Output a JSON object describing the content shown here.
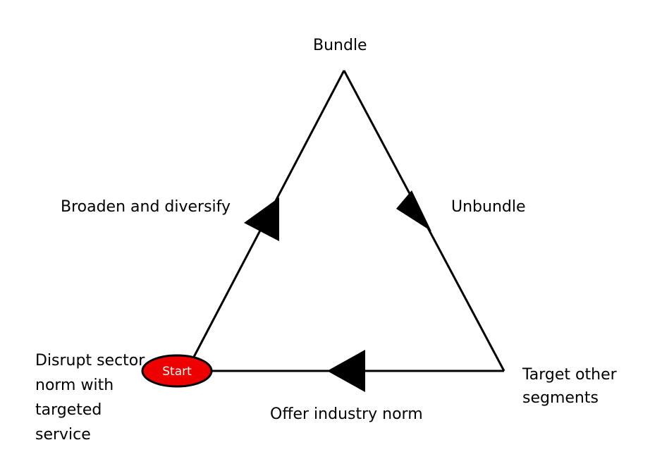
{
  "nodes": {
    "top": "Bundle",
    "bottom_right": "Target other segments",
    "bottom_left": "Disrupt sector norm with targeted service",
    "start_marker": "Start"
  },
  "edges": {
    "left": "Broaden and diversify",
    "right": "Unbundle",
    "bottom": "Offer industry norm"
  },
  "colors": {
    "line": "#000000",
    "start_fill": "#ee0000",
    "start_text": "#ffffff"
  }
}
